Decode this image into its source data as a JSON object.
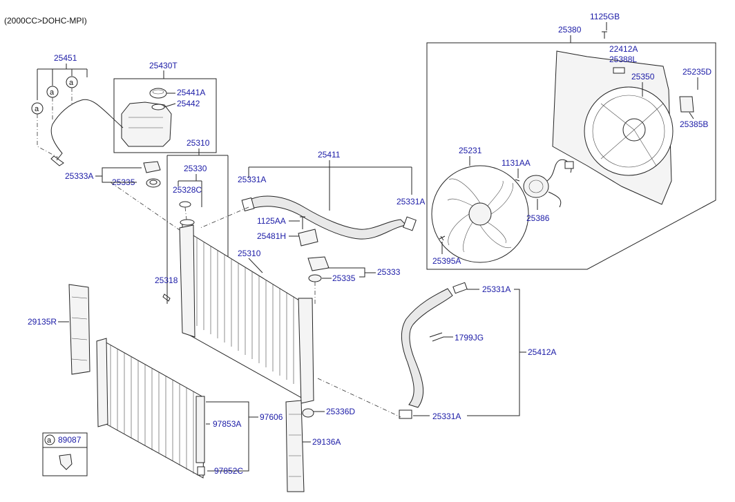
{
  "header": {
    "engine_label": "(2000CC>DOHC-MPI)"
  },
  "callout_letter": "a",
  "legend": {
    "letter": "a",
    "part": "89087"
  },
  "labels": {
    "p25451": "25451",
    "p25430T": "25430T",
    "p25441A": "25441A",
    "p25442": "25442",
    "p25310_top": "25310",
    "p25330": "25330",
    "p25328C": "25328C",
    "p25333A_left": "25333A",
    "p25335_left": "25335",
    "p25411": "25411",
    "p25331A_tl": "25331A",
    "p25331A_tr": "25331A",
    "p1125AA": "1125AA",
    "p25481H": "25481H",
    "p25310_mid": "25310",
    "p25318": "25318",
    "p25333_right": "25333",
    "p25335_right": "25335",
    "p1125GB": "1125GB",
    "p25380": "25380",
    "p22412A": "22412A",
    "p25388L": "25388L",
    "p25350": "25350",
    "p25235D": "25235D",
    "p25385B": "25385B",
    "p25231": "25231",
    "p1131AA": "1131AA",
    "p25386": "25386",
    "p25395A": "25395A",
    "p25331A_r1": "25331A",
    "p1799JG": "1799JG",
    "p25412A": "25412A",
    "p25331A_r2": "25331A",
    "p25336D": "25336D",
    "p29135R": "29135R",
    "p29136A": "29136A",
    "p97853A": "97853A",
    "p97606": "97606",
    "p97852C": "97852C"
  }
}
